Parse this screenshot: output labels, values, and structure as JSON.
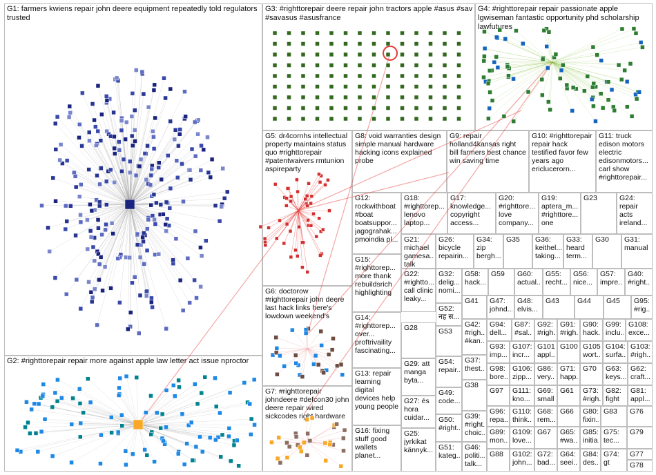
{
  "groups": [
    {
      "id": "G1",
      "label": "G1: farmers kwiens repair john deere equipment repeatedly told regulators trusted"
    },
    {
      "id": "G2",
      "label": "G2: #righttorepair repair more against apple law letter act issue nproctor"
    },
    {
      "id": "G3",
      "label": "G3: #righttorepair deere repair john tractors apple #asus #sav #savasus #asusfrance"
    },
    {
      "id": "G4",
      "label": "G4: #righttorepair repair passionate apple lgwiseman fantastic opportunity phd scholarship lawfutures"
    },
    {
      "id": "G5",
      "label": "G5: dr4cornhs intellectual property maintains status quo #righttorepair #patentwaivers rmtunion aspireparty"
    },
    {
      "id": "G6",
      "label": "G6: doctorow #righttorepair john deere last hack links here's lowdown weekend's"
    },
    {
      "id": "G7",
      "label": "G7: #righttorepair johndeere #defcon30 john deere repair wired sickcodes right hardware"
    },
    {
      "id": "G8",
      "label": "G8: void warranties design simple manual hardware hacking icons explained probe"
    },
    {
      "id": "G9",
      "label": "G9: repair holland4kansas right bill farmers best chance win saving time"
    },
    {
      "id": "G10",
      "label": "G10: #righttorepair repair hack testified favor few years ago ericlucerorn..."
    },
    {
      "id": "G11",
      "label": "G11: truck edison motors electric edisonmotors... carl show #righttorepair..."
    },
    {
      "id": "G12",
      "label": "G12: rockwithboat #boat boatsuppor... jagograhak... pmoindia pl..."
    },
    {
      "id": "G18",
      "label": "G18: #righttorep... lenovo laptop..."
    },
    {
      "id": "G17",
      "label": "G17: knowledge... copyright access..."
    },
    {
      "id": "G20",
      "label": "G20: #righttore... love company..."
    },
    {
      "id": "G19",
      "label": "G19: aptera_m... #righttore... one"
    },
    {
      "id": "G23",
      "label": "G23"
    },
    {
      "id": "G24",
      "label": "G24: repair acts ireland..."
    },
    {
      "id": "G21",
      "label": "G21: michael gamesa... talk"
    },
    {
      "id": "G26",
      "label": "G26: bicycle repairin..."
    },
    {
      "id": "G34",
      "label": "G34: zip bergh..."
    },
    {
      "id": "G35",
      "label": "G35"
    },
    {
      "id": "G36",
      "label": "G36: keithel... taking..."
    },
    {
      "id": "G33",
      "label": "G33: heard term..."
    },
    {
      "id": "G30",
      "label": "G30"
    },
    {
      "id": "G31",
      "label": "G31: manual"
    },
    {
      "id": "G15",
      "label": "G15: #righttorep... more thank rebuildsrich highlighting"
    },
    {
      "id": "G22",
      "label": "G22: #rightto... call clinic leaky..."
    },
    {
      "id": "G32",
      "label": "G32: delig... nomi..."
    },
    {
      "id": "G58",
      "label": "G58: hack..."
    },
    {
      "id": "G59",
      "label": "G59"
    },
    {
      "id": "G60",
      "label": "G60: actual..."
    },
    {
      "id": "G55",
      "label": "G55: recht..."
    },
    {
      "id": "G56",
      "label": "G56: nice..."
    },
    {
      "id": "G57",
      "label": "G57: impre..."
    },
    {
      "id": "G40",
      "label": "G40: #right..."
    },
    {
      "id": "G52",
      "label": "G52: नह स..."
    },
    {
      "id": "G41",
      "label": "G41"
    },
    {
      "id": "G47",
      "label": "G47: johnd..."
    },
    {
      "id": "G48",
      "label": "G48: elvis..."
    },
    {
      "id": "G43",
      "label": "G43"
    },
    {
      "id": "G44",
      "label": "G44"
    },
    {
      "id": "G45",
      "label": "G45"
    },
    {
      "id": "G95",
      "label": "G95: #rig..."
    },
    {
      "id": "G14",
      "label": "G14: #righttorep... over... proftrivaility fascinating..."
    },
    {
      "id": "G28",
      "label": "G28"
    },
    {
      "id": "G42",
      "label": "G42: #righ... #kan..."
    },
    {
      "id": "G94",
      "label": "G94: dell..."
    },
    {
      "id": "G87",
      "label": "G87: #sal..."
    },
    {
      "id": "G92",
      "label": "G92: #righ..."
    },
    {
      "id": "G91",
      "label": "G91: #righ..."
    },
    {
      "id": "G90",
      "label": "G90: hack..."
    },
    {
      "id": "G99",
      "label": "G99: inclu..."
    },
    {
      "id": "G108",
      "label": "G108: exce..."
    },
    {
      "id": "G53",
      "label": "G53"
    },
    {
      "id": "G37",
      "label": "G37: thest..."
    },
    {
      "id": "G93",
      "label": "G93: imp..."
    },
    {
      "id": "G107",
      "label": "G107: incr..."
    },
    {
      "id": "G101",
      "label": "G101: appl..."
    },
    {
      "id": "G100",
      "label": "G100"
    },
    {
      "id": "G105",
      "label": "G105: wort..."
    },
    {
      "id": "G104",
      "label": "G104: surfa..."
    },
    {
      "id": "G103",
      "label": "G103: #righ..."
    },
    {
      "id": "G29",
      "label": "G29: att manga byta..."
    },
    {
      "id": "G54",
      "label": "G54: repair..."
    },
    {
      "id": "G98",
      "label": "G98: bore..."
    },
    {
      "id": "G106",
      "label": "G106: zipp..."
    },
    {
      "id": "G86",
      "label": "G86: very..."
    },
    {
      "id": "G71",
      "label": "G71: happ..."
    },
    {
      "id": "G70",
      "label": "G70"
    },
    {
      "id": "G63",
      "label": "G63: keys..."
    },
    {
      "id": "G62",
      "label": "G62: craft..."
    },
    {
      "id": "G13",
      "label": "G13: repair learning digital devices help young people"
    },
    {
      "id": "G27",
      "label": "G27: és hora cuidar..."
    },
    {
      "id": "G49",
      "label": "G49: code..."
    },
    {
      "id": "G38",
      "label": "G38"
    },
    {
      "id": "G97",
      "label": "G97"
    },
    {
      "id": "G111",
      "label": "G111: kno..."
    },
    {
      "id": "G69",
      "label": "G69: small"
    },
    {
      "id": "G61",
      "label": "G61"
    },
    {
      "id": "G73",
      "label": "G73: #righ..."
    },
    {
      "id": "G82",
      "label": "G82: fight"
    },
    {
      "id": "G81",
      "label": "G81: appl..."
    },
    {
      "id": "G96",
      "label": "G96: repa..."
    },
    {
      "id": "G110",
      "label": "G110: think..."
    },
    {
      "id": "G68",
      "label": "G68: rem..."
    },
    {
      "id": "G66",
      "label": "G66"
    },
    {
      "id": "G80",
      "label": "G80: fixin..."
    },
    {
      "id": "G83",
      "label": "G83"
    },
    {
      "id": "G76",
      "label": "G76"
    },
    {
      "id": "G16",
      "label": "G16: fixing stuff good wallets planet..."
    },
    {
      "id": "G50",
      "label": "G50: #right..."
    },
    {
      "id": "G39",
      "label": "G39: #right... choic..."
    },
    {
      "id": "G89",
      "label": "G89: mon..."
    },
    {
      "id": "G109",
      "label": "G109: love..."
    },
    {
      "id": "G67",
      "label": "G67"
    },
    {
      "id": "G65",
      "label": "G65: #wa..."
    },
    {
      "id": "G85",
      "label": "G85: initia..."
    },
    {
      "id": "G75",
      "label": "G75: tec..."
    },
    {
      "id": "G79",
      "label": "G79"
    },
    {
      "id": "G25",
      "label": "G25: jyrkikat kännyk..."
    },
    {
      "id": "G51",
      "label": "G51: kateg..."
    },
    {
      "id": "G46",
      "label": "G46: politi... talk..."
    },
    {
      "id": "G88",
      "label": "G88"
    },
    {
      "id": "G102",
      "label": "G102: john..."
    },
    {
      "id": "G72",
      "label": "G72: bad..."
    },
    {
      "id": "G64",
      "label": "G64: seei..."
    },
    {
      "id": "G84",
      "label": "G84: des..."
    },
    {
      "id": "G74",
      "label": "G74: gt"
    },
    {
      "id": "G77",
      "label": "G77"
    },
    {
      "id": "G78",
      "label": "G78"
    }
  ],
  "colors": {
    "border": "#bdbdbd",
    "gray_edge": "#9e9e9e",
    "red_edge": "#e53935",
    "node_navy": "#1a237e",
    "node_blue": "#1e88e5",
    "node_green": "#2e7d32",
    "node_red": "#d32f2f"
  }
}
